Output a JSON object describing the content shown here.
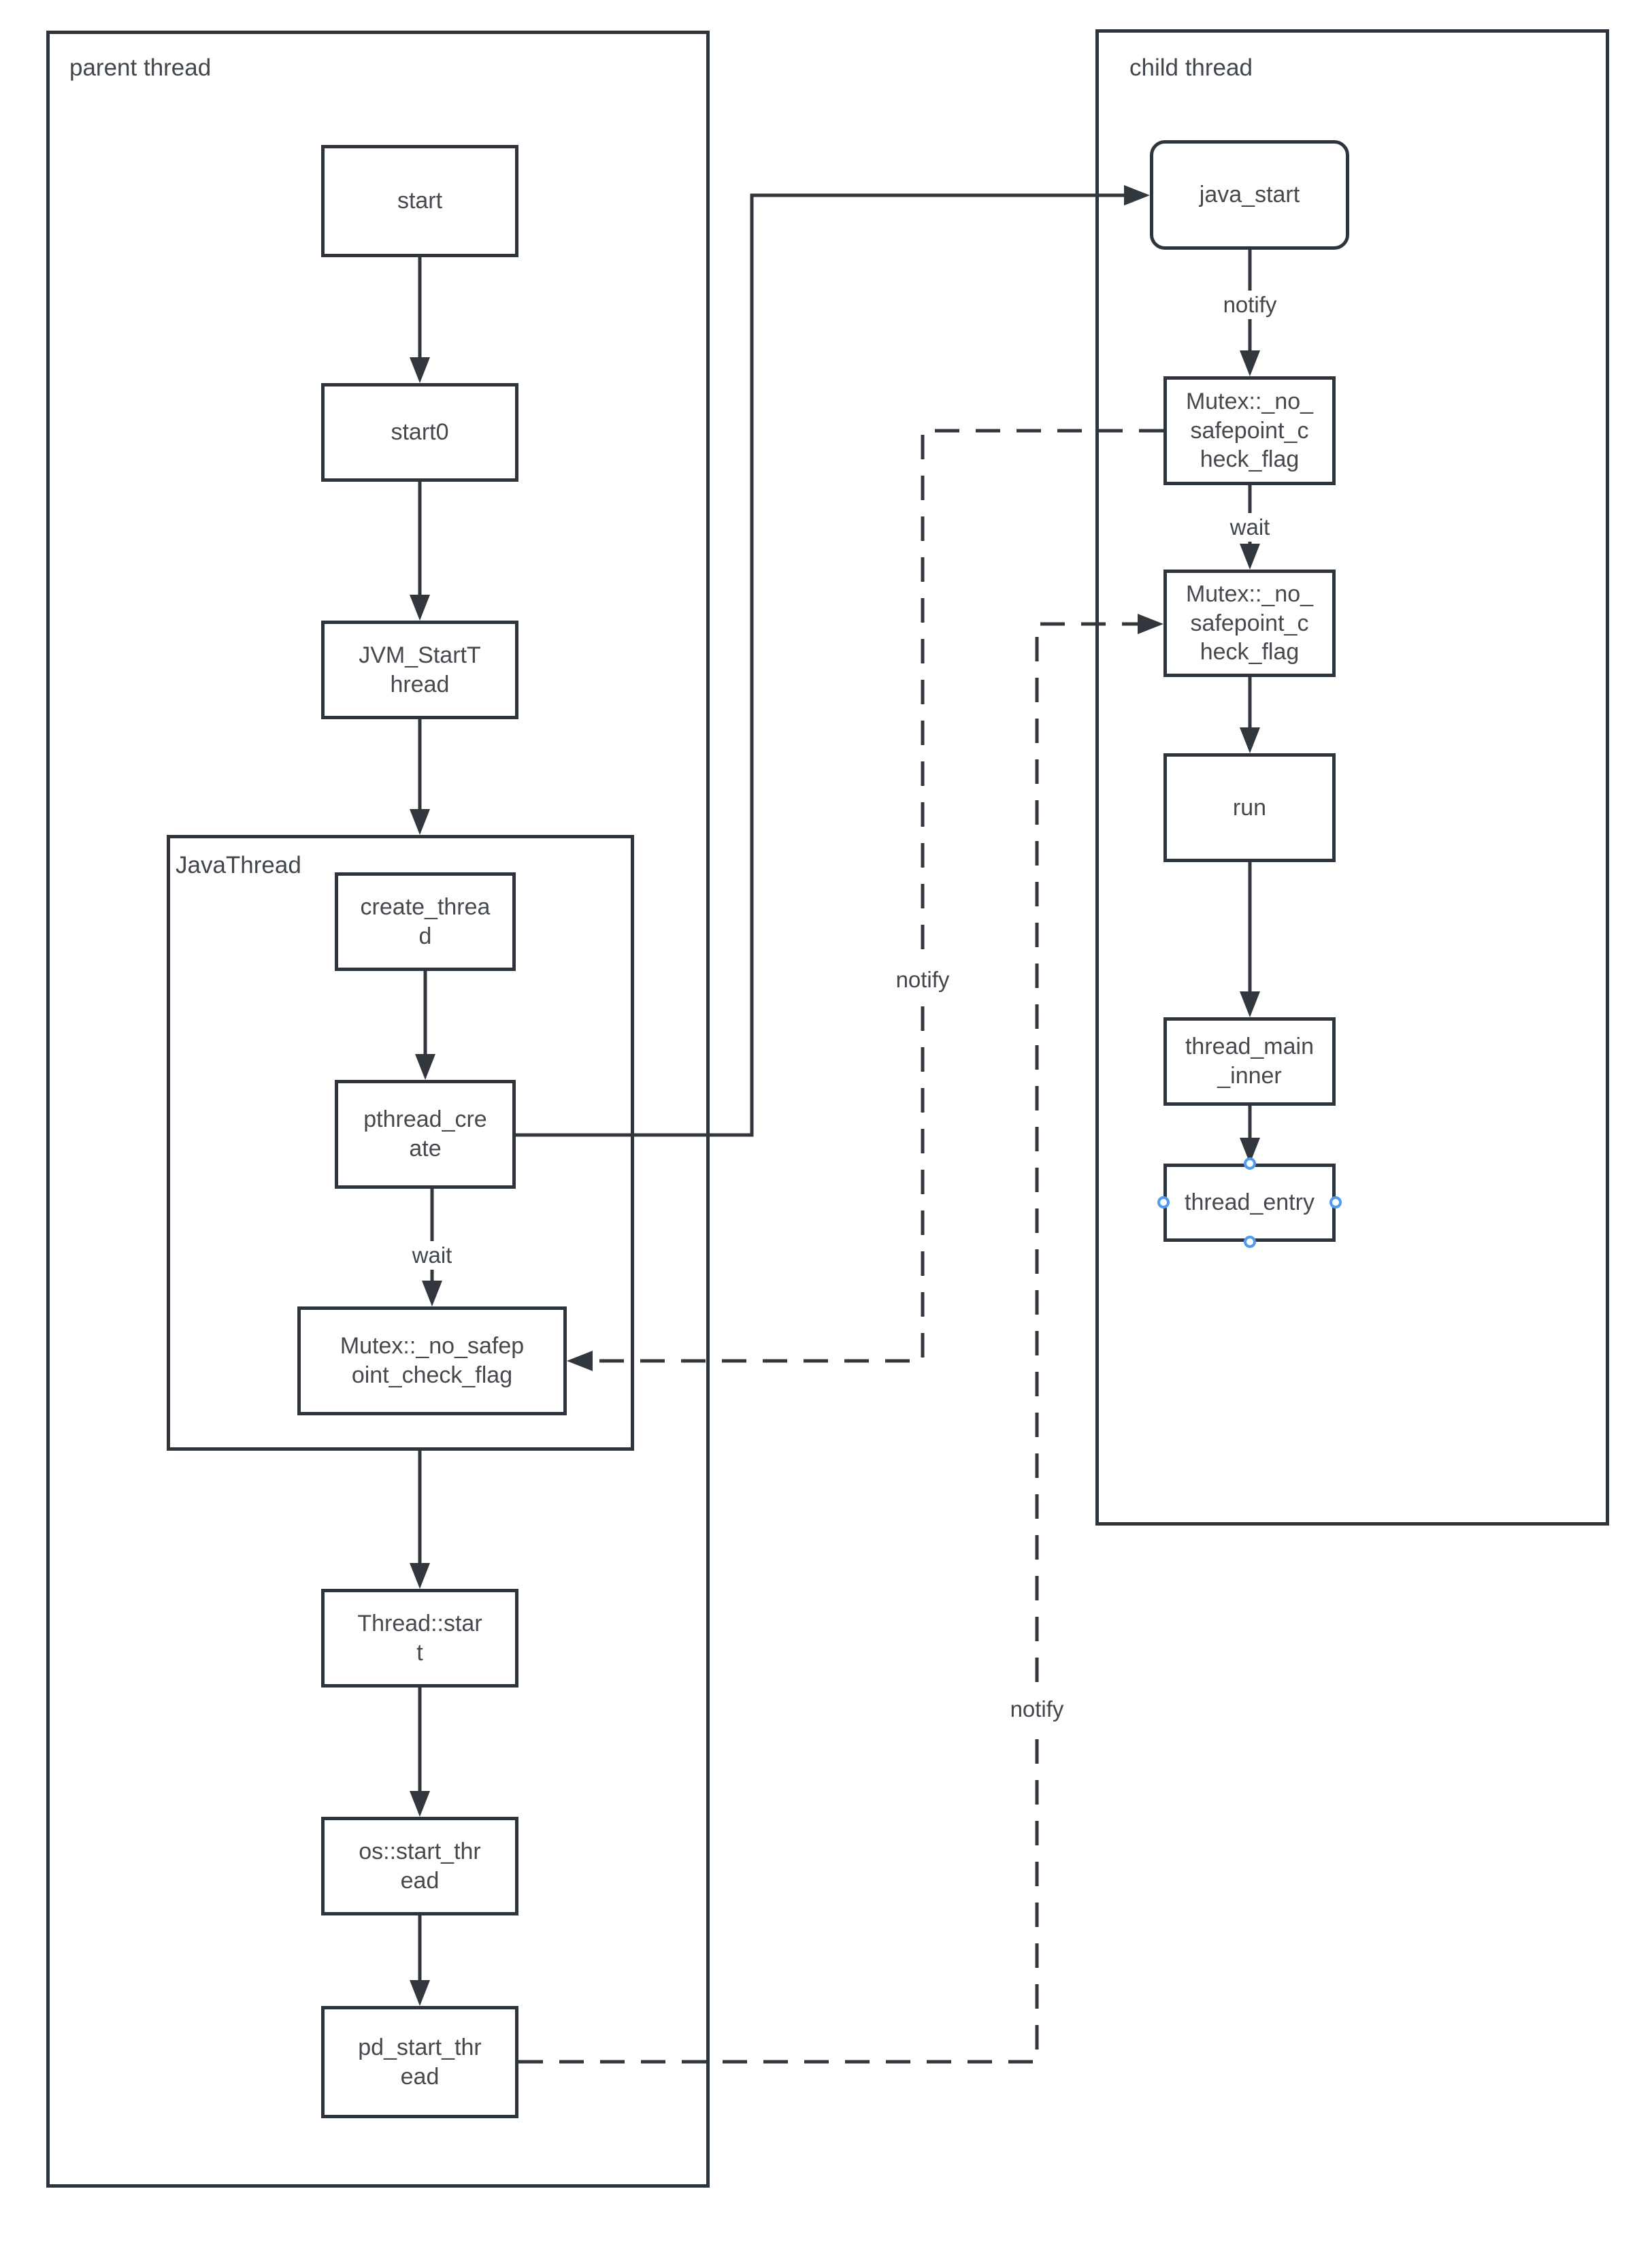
{
  "diagram": {
    "containers": {
      "parent": {
        "label": "parent thread"
      },
      "java_thread": {
        "label": "JavaThread"
      },
      "child": {
        "label": "child thread"
      }
    },
    "nodes": {
      "start": {
        "label": "start"
      },
      "start0": {
        "label": "start0"
      },
      "jvm_start_thread": {
        "label": "JVM_StartT\nhread"
      },
      "create_thread": {
        "label": "create_threa\nd"
      },
      "pthread_create": {
        "label": "pthread_cre\nate"
      },
      "mutex_parent": {
        "label": "Mutex::_no_safep\noint_check_flag"
      },
      "thread_start": {
        "label": "Thread::star\nt"
      },
      "os_start_thread": {
        "label": "os::start_thr\nead"
      },
      "pd_start_thread": {
        "label": "pd_start_thr\nead"
      },
      "java_start": {
        "label": "java_start"
      },
      "mutex_child_notify": {
        "label": "Mutex::_no_\nsafepoint_c\nheck_flag"
      },
      "mutex_child_wait": {
        "label": "Mutex::_no_\nsafepoint_c\nheck_flag"
      },
      "run": {
        "label": "run"
      },
      "thread_main_inner": {
        "label": "thread_main\n_inner"
      },
      "thread_entry": {
        "label": "thread_entry"
      }
    },
    "edge_labels": {
      "wait_parent": "wait",
      "notify_java_start": "notify",
      "wait_child": "wait",
      "notify_to_parent_mutex": "notify",
      "notify_from_pd": "notify"
    },
    "colors": {
      "stroke": "#32373d",
      "text": "#45494e",
      "selection_handle": "#4f9bf0",
      "background": "#ffffff"
    }
  }
}
